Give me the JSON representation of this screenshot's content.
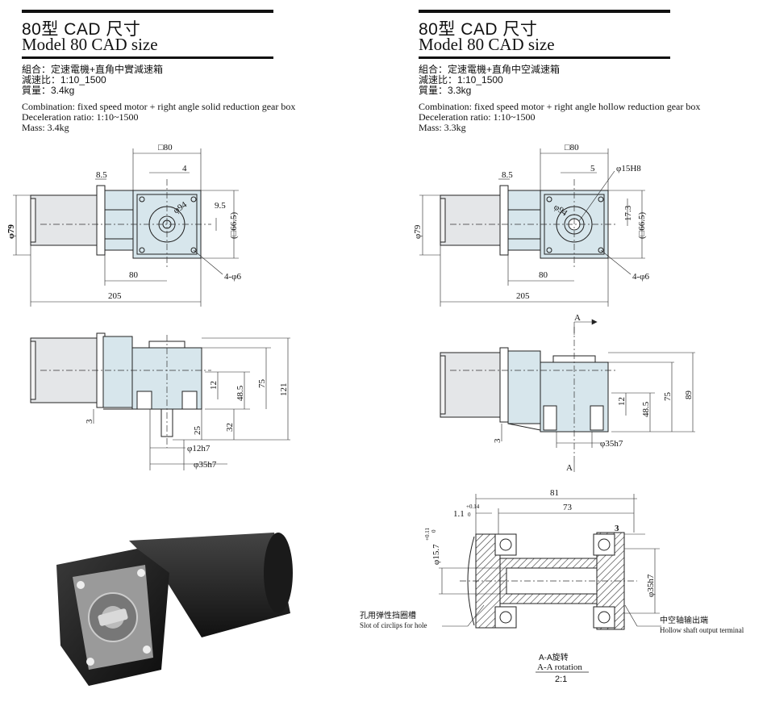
{
  "left": {
    "title_cn": "80型  CAD 尺寸",
    "title_en": "Model 80  CAD size",
    "spec_cn": [
      "組合：定速電機+直角中實減速箱",
      "減速比：1:10_1500",
      "質量：3.4kg"
    ],
    "spec_en": [
      "Combination: fixed speed motor + right angle solid reduction gear box",
      "Deceleration ratio: 1:10~1500",
      "Mass: 3.4kg"
    ],
    "dims_top": {
      "sq80": "□80",
      "d4": "4",
      "d85": "8.5",
      "phi94": "φ94",
      "d95": "9.5",
      "sq665": "(□66.5)",
      "phi79": "φ79",
      "holes": "4-φ6",
      "d80": "80",
      "d205": "205"
    },
    "dims_side": {
      "d12": "12",
      "d485": "48.5",
      "d75": "75",
      "d121": "121",
      "d3": "3",
      "d25": "25",
      "d32": "32",
      "phi12": "φ12h7",
      "phi35": "φ35h7"
    }
  },
  "right": {
    "title_cn": "80型  CAD 尺寸",
    "title_en": "Model 80  CAD size",
    "spec_cn": [
      "組合：定速電機+直角中空減速箱",
      "減速比：1:10_1500",
      "質量：3.3kg"
    ],
    "spec_en": [
      "Combination: fixed speed motor + right angle hollow reduction gear box",
      "Deceleration ratio: 1:10~1500",
      "Mass: 3.3kg"
    ],
    "dims_top": {
      "sq80": "□80",
      "d5": "5",
      "phi15": "φ15H8",
      "d85": "8.5",
      "phi94": "φ94",
      "d173": "17.3",
      "sq665": "(□66.5)",
      "phi79": "φ79",
      "holes": "4-φ6",
      "d80": "80",
      "d205": "205"
    },
    "dims_side": {
      "secA": "A",
      "d12": "12",
      "d485": "48.5",
      "d75": "75",
      "d89": "89",
      "d3": "3",
      "phi35": "φ35h7"
    },
    "section": {
      "d81": "81",
      "d11": "1.1",
      "tol_11": "+0.14",
      "tol_11b": "0",
      "d73": "73",
      "d3": "3",
      "phi157": "φ15.7",
      "tol_157": "+0.11",
      "tol_157b": "0",
      "phi35": "φ35h7",
      "label_slot_cn": "孔用弹性挡圈槽",
      "label_slot_en": "Slot of circlips for hole",
      "label_out_cn": "中空轴输出端",
      "label_out_en": "Hollow shaft output terminal",
      "caption_cn": "A-A旋转",
      "caption_en": "A-A rotation",
      "scale": "2:1"
    }
  }
}
